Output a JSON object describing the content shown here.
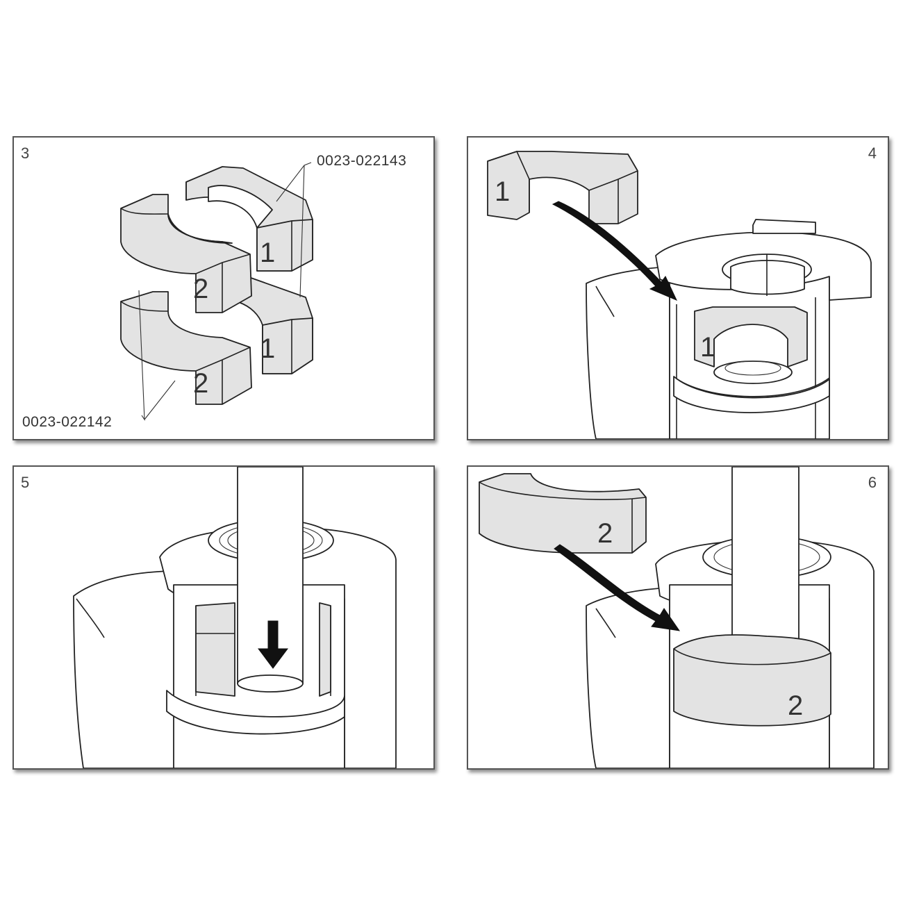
{
  "panels": [
    {
      "step": "3",
      "part_codes": {
        "upper": "0023-022143",
        "lower": "0023-022142"
      },
      "blocks": [
        "1",
        "2",
        "1",
        "2"
      ]
    },
    {
      "step": "4",
      "blocks": [
        "1",
        "1"
      ]
    },
    {
      "step": "5"
    },
    {
      "step": "6",
      "blocks": [
        "2",
        "2"
      ]
    }
  ],
  "colors": {
    "block_fill": "#e3e3e3",
    "outline": "#222222",
    "arrow": "#111111"
  }
}
